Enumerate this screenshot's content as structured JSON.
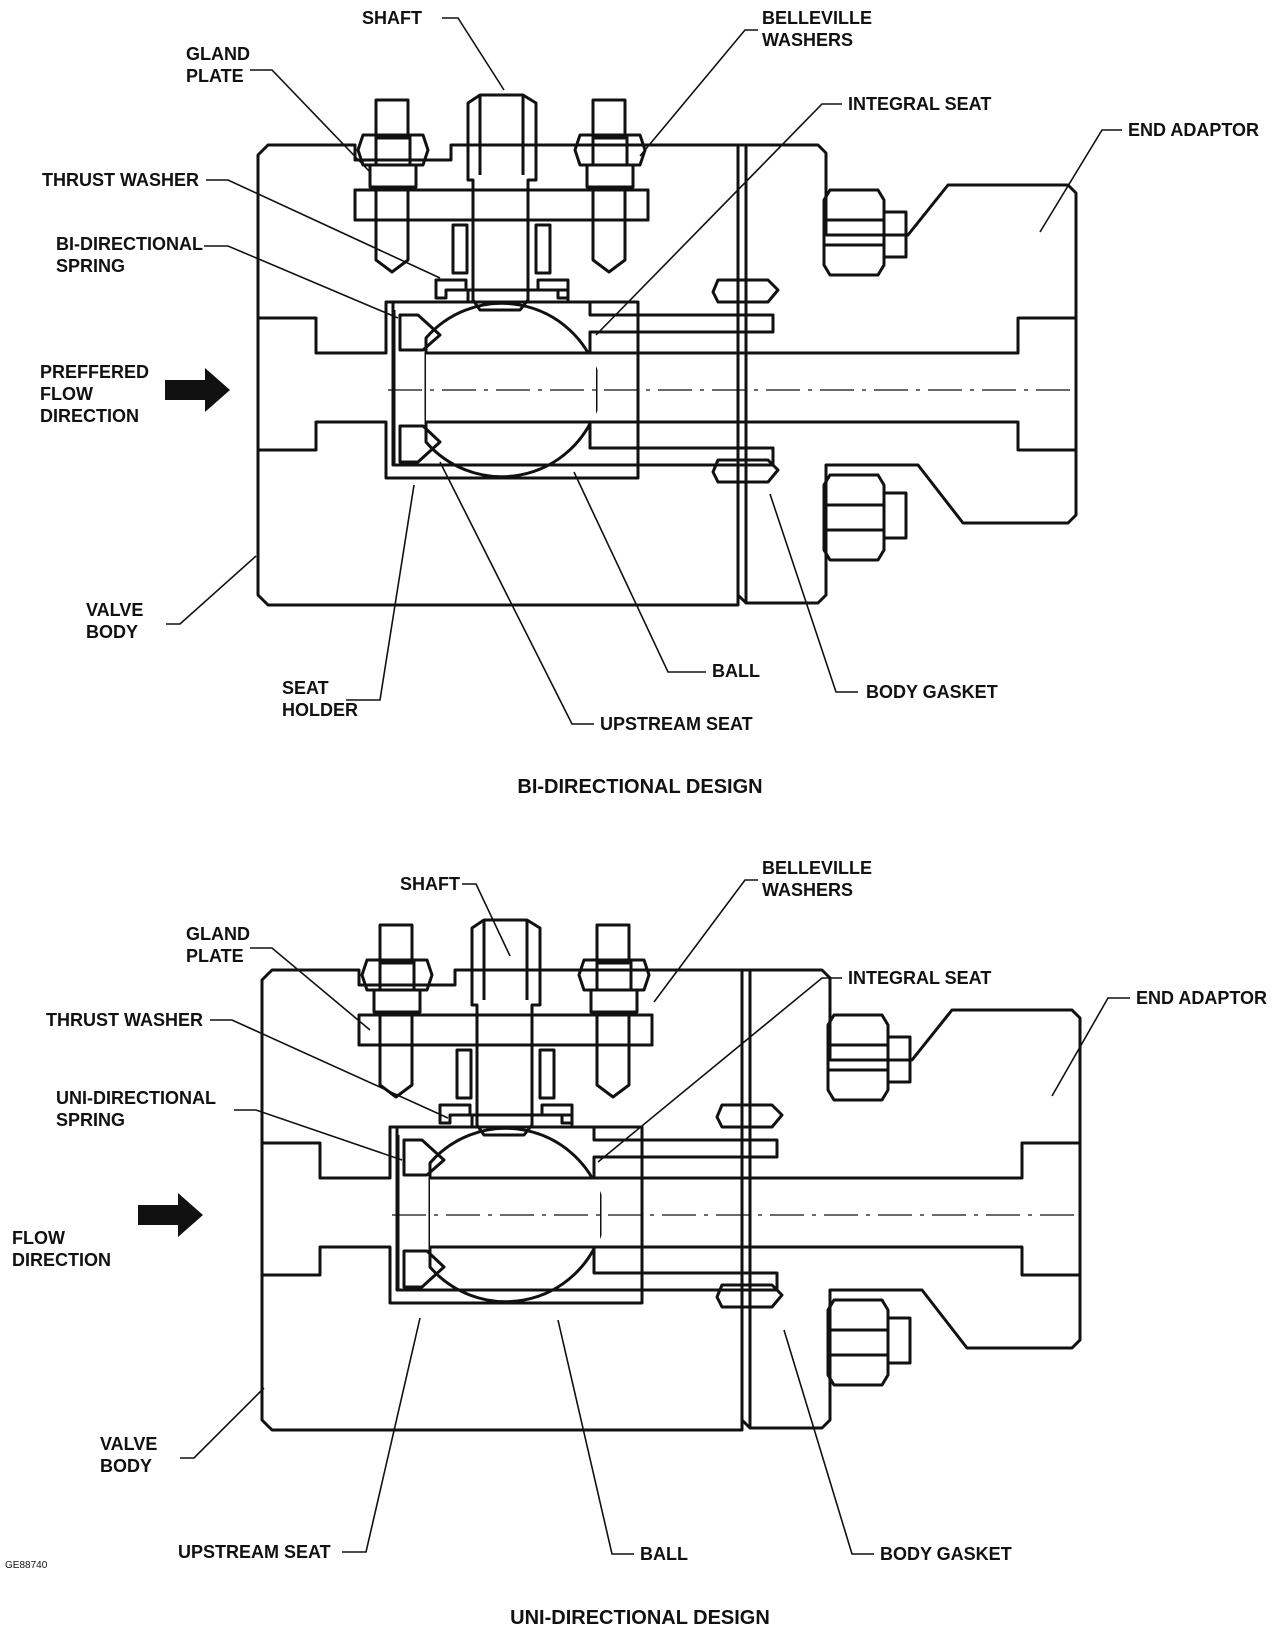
{
  "figure_id": "GE88740",
  "top": {
    "caption": "BI-DIRECTIONAL DESIGN",
    "labels": {
      "shaft": "SHAFT",
      "belleville_1": "BELLEVILLE",
      "belleville_2": "WASHERS",
      "gland_1": "GLAND",
      "gland_2": "PLATE",
      "integral_seat": "INTEGRAL SEAT",
      "end_adaptor": "END ADAPTOR",
      "thrust_washer": "THRUST WASHER",
      "spring_1": "BI-DIRECTIONAL",
      "spring_2": "SPRING",
      "flow_1": "PREFFERED",
      "flow_2": "FLOW",
      "flow_3": "DIRECTION",
      "valve_body_1": "VALVE",
      "valve_body_2": "BODY",
      "seat_holder_1": "SEAT",
      "seat_holder_2": "HOLDER",
      "ball": "BALL",
      "body_gasket": "BODY GASKET",
      "upstream_seat": "UPSTREAM SEAT"
    }
  },
  "bottom": {
    "caption": "UNI-DIRECTIONAL DESIGN",
    "labels": {
      "shaft": "SHAFT",
      "belleville_1": "BELLEVILLE",
      "belleville_2": "WASHERS",
      "gland_1": "GLAND",
      "gland_2": "PLATE",
      "integral_seat": "INTEGRAL SEAT",
      "end_adaptor": "END ADAPTOR",
      "thrust_washer": "THRUST WASHER",
      "spring_1": "UNI-DIRECTIONAL",
      "spring_2": "SPRING",
      "flow_1": "FLOW",
      "flow_2": "DIRECTION",
      "valve_body_1": "VALVE",
      "valve_body_2": "BODY",
      "upstream_seat": "UPSTREAM SEAT",
      "ball": "BALL",
      "body_gasket": "BODY GASKET"
    }
  }
}
